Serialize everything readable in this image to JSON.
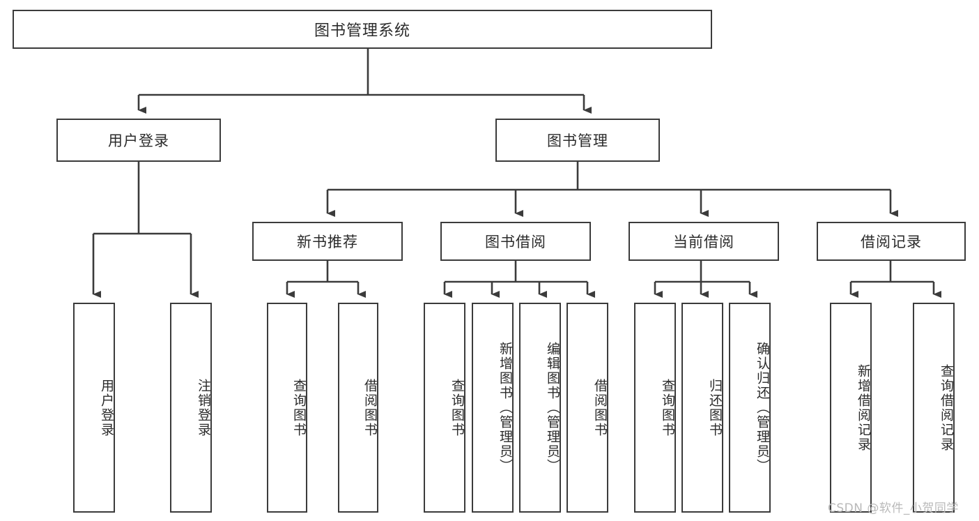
{
  "diagram": {
    "type": "tree-hierarchy",
    "title": "图书管理系统",
    "watermark": "CSDN @软件_小贺同学",
    "colors": {
      "stroke": "#3b3b3b",
      "fill": "#ffffff",
      "text": "#2b2b2b",
      "watermark": "#b9b9b9"
    },
    "levels": {
      "level1": [
        {
          "id": "root",
          "label": "图书管理系统"
        }
      ],
      "level2": [
        {
          "id": "user-login",
          "label": "用户登录"
        },
        {
          "id": "book-manage",
          "label": "图书管理"
        }
      ],
      "level3": [
        {
          "id": "new-book-rec",
          "label": "新书推荐"
        },
        {
          "id": "book-borrow",
          "label": "图书借阅"
        },
        {
          "id": "current-borrow",
          "label": "当前借阅"
        },
        {
          "id": "borrow-record",
          "label": "借阅记录"
        }
      ],
      "level4": [
        {
          "id": "leaf-user-login",
          "label": "用户登录",
          "parent": "user-login"
        },
        {
          "id": "leaf-logout",
          "label": "注销登录",
          "parent": "user-login"
        },
        {
          "id": "leaf-query-book-1",
          "label": "查询图书",
          "parent": "new-book-rec"
        },
        {
          "id": "leaf-borrow-book-1",
          "label": "借阅图书",
          "parent": "new-book-rec"
        },
        {
          "id": "leaf-query-book-2",
          "label": "查询图书",
          "parent": "book-borrow"
        },
        {
          "id": "leaf-add-book",
          "label": "新增图书（管理员）",
          "parent": "book-borrow"
        },
        {
          "id": "leaf-edit-book",
          "label": "编辑图书（管理员）",
          "parent": "book-borrow"
        },
        {
          "id": "leaf-borrow-book-2",
          "label": "借阅图书",
          "parent": "book-borrow"
        },
        {
          "id": "leaf-query-book-3",
          "label": "查询图书",
          "parent": "current-borrow"
        },
        {
          "id": "leaf-return-book",
          "label": "归还图书",
          "parent": "current-borrow"
        },
        {
          "id": "leaf-confirm-return",
          "label": "确认归还（管理员）",
          "parent": "current-borrow"
        },
        {
          "id": "leaf-add-record",
          "label": "新增借阅记录",
          "parent": "borrow-record"
        },
        {
          "id": "leaf-query-record",
          "label": "查询借阅记录",
          "parent": "borrow-record"
        }
      ]
    }
  }
}
